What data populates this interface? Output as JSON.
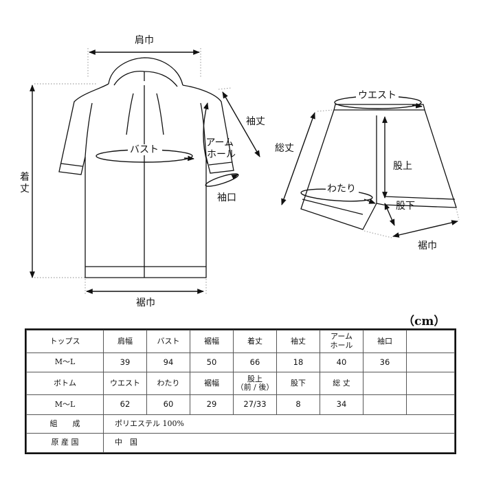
{
  "labels": {
    "shoulder": "肩巾",
    "length": "着丈",
    "sleeve_length": "袖丈",
    "armhole": "アーム\nホール",
    "bust": "バスト",
    "cuff": "袖口",
    "top_hem": "裾巾",
    "waist": "ウエスト",
    "total_length": "総丈",
    "rise": "股上",
    "thigh": "わたり",
    "inseam": "股下",
    "bottom_hem": "裾巾"
  },
  "unit": "（cm）",
  "table": {
    "tops": {
      "header": [
        "トップス",
        "肩幅",
        "バスト",
        "裾幅",
        "着丈",
        "袖丈",
        "アーム\nホール",
        "袖口",
        ""
      ],
      "values": [
        "M～L",
        "39",
        "94",
        "50",
        "66",
        "18",
        "40",
        "36",
        ""
      ]
    },
    "bottoms": {
      "header": [
        "ボトム",
        "ウエスト",
        "わたり",
        "裾幅",
        "股上\n（前 / 後）",
        "股下",
        "総 丈",
        "",
        ""
      ],
      "values": [
        "M～L",
        "62",
        "60",
        "29",
        "27/33",
        "8",
        "34",
        "",
        ""
      ]
    },
    "composition": {
      "label": "組　　成",
      "value": "ポリエステル 100%"
    },
    "origin": {
      "label": "原 産 国",
      "value": "中　国"
    }
  }
}
